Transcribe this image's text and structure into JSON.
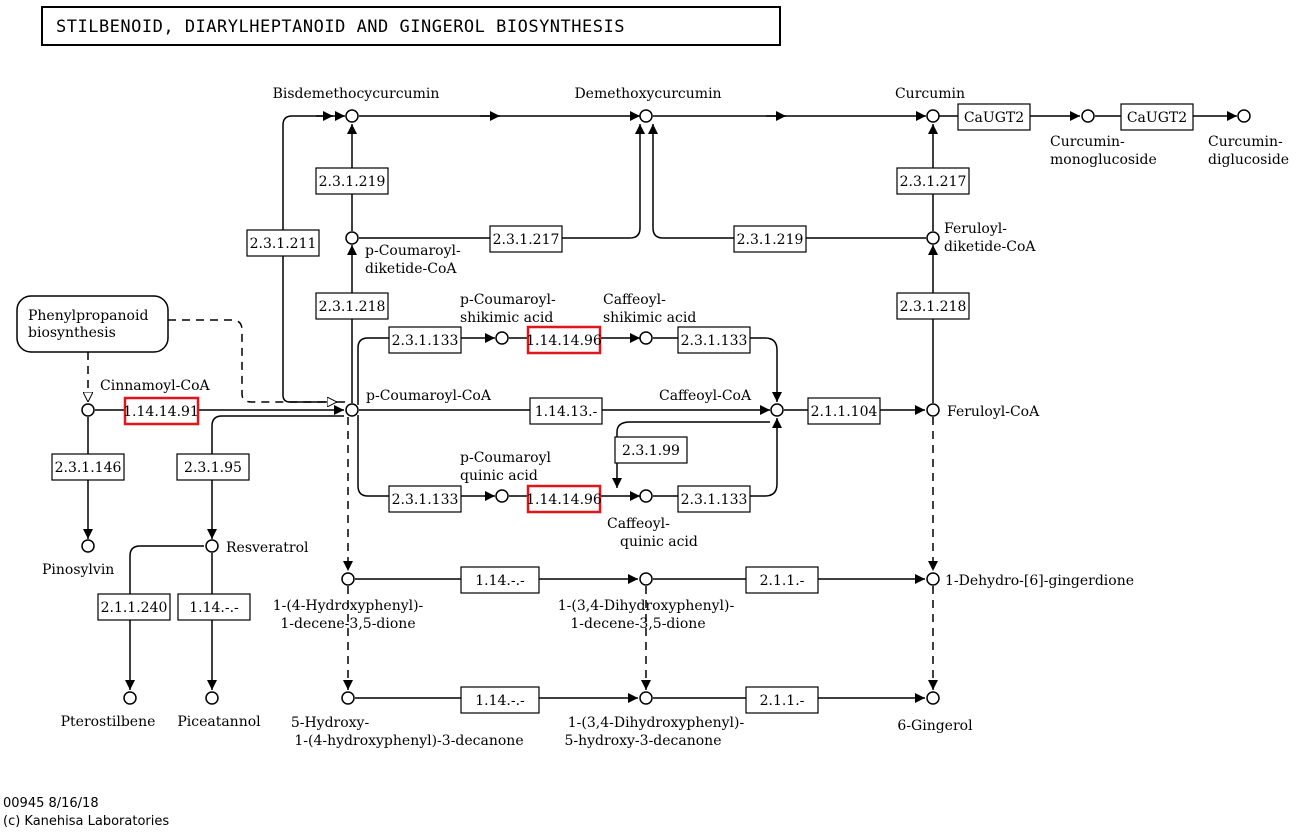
{
  "title": "STILBENOID, DIARYLHEPTANOID AND GINGEROL BIOSYNTHESIS",
  "colors": {
    "line": "#000000",
    "highlight": "#e0161d",
    "background": "#ffffff"
  },
  "map_link": {
    "line1": "Phenylpropanoid",
    "line2": "biosynthesis"
  },
  "compounds": {
    "bisdemethoxycurcumin": [
      "Bisdemethocycurcumin"
    ],
    "demethoxycurcumin": [
      "Demethoxycurcumin"
    ],
    "curcumin": [
      "Curcumin"
    ],
    "curcumin_monoglucoside": [
      "Curcumin-",
      "monoglucoside"
    ],
    "curcumin_diglucoside": [
      "Curcumin-",
      "diglucoside"
    ],
    "p_coumaroyl_diketide": [
      "p-Coumaroyl-",
      "diketide-CoA"
    ],
    "feruloyl_diketide": [
      "Feruloyl-",
      "diketide-CoA"
    ],
    "p_coumaroyl_shikimic": [
      "p-Coumaroyl-",
      "shikimic acid"
    ],
    "caffeoyl_shikimic": [
      "Caffeoyl-",
      "shikimic acid"
    ],
    "cinnamoyl_coa": [
      "Cinnamoyl-CoA"
    ],
    "p_coumaroyl_coa": [
      "p-Coumaroyl-CoA"
    ],
    "caffeoyl_coa": [
      "Caffeoyl-CoA"
    ],
    "feruloyl_coa": [
      "Feruloyl-CoA"
    ],
    "p_coumaroyl_quinic": [
      "p-Coumaroyl",
      "quinic acid"
    ],
    "caffeoyl_quinic": [
      "Caffeoyl-",
      "quinic acid"
    ],
    "pinosylvin": [
      "Pinosylvin"
    ],
    "resveratrol": [
      "Resveratrol"
    ],
    "hydroxyphenyl_decenedione": [
      "1-(4-Hydroxyphenyl)-",
      "1-decene-3,5-dione"
    ],
    "dihydroxyphenyl_decenedione": [
      "1-(3,4-Dihydroxyphenyl)-",
      "1-decene-3,5-dione"
    ],
    "dehydro_gingerdione": [
      "1-Dehydro-[6]-gingerdione"
    ],
    "pterostilbene": [
      "Pterostilbene"
    ],
    "piceatannol": [
      "Piceatannol"
    ],
    "hydroxy_decanone": [
      "5-Hydroxy-",
      "1-(4-hydroxyphenyl)-3-decanone"
    ],
    "dihydroxyphenyl_decanone": [
      "1-(3,4-Dihydroxyphenyl)-",
      "5-hydroxy-3-decanone"
    ],
    "gingerol": [
      "6-Gingerol"
    ]
  },
  "enzymes": {
    "e_23_1_219_left": "2.3.1.219",
    "e_23_1_211": "2.3.1.211",
    "e_23_1_217_mid": "2.3.1.217",
    "e_23_1_219_right": "2.3.1.219",
    "e_23_1_217_right": "2.3.1.217",
    "e_cauGT2_a": "CaUGT2",
    "e_cauGT2_b": "CaUGT2",
    "e_23_1_218_left": "2.3.1.218",
    "e_23_1_218_right": "2.3.1.218",
    "e_23_1_133_a": "2.3.1.133",
    "e_1_14_14_96_a": "1.14.14.96",
    "e_23_1_133_b": "2.3.1.133",
    "e_1_14_14_91": "1.14.14.91",
    "e_1_14_13": "1.14.13.-",
    "e_21_1_104": "2.1.1.104",
    "e_23_1_146": "2.3.1.146",
    "e_23_1_95": "2.3.1.95",
    "e_23_1_99": "2.3.1.99",
    "e_23_1_133_c": "2.3.1.133",
    "e_1_14_14_96_b": "1.14.14.96",
    "e_23_1_133_d": "2.3.1.133",
    "e_21_1_240": "2.1.1.240",
    "e_1_14_piceatannol": "1.14.-.-",
    "e_1_14_row1": "1.14.-.-",
    "e_2_1_1_row1": "2.1.1.-",
    "e_1_14_row2": "1.14.-.-",
    "e_2_1_1_row2": "2.1.1.-"
  },
  "footer": {
    "line1": "00945 8/16/18",
    "line2": "(c) Kanehisa Laboratories"
  }
}
